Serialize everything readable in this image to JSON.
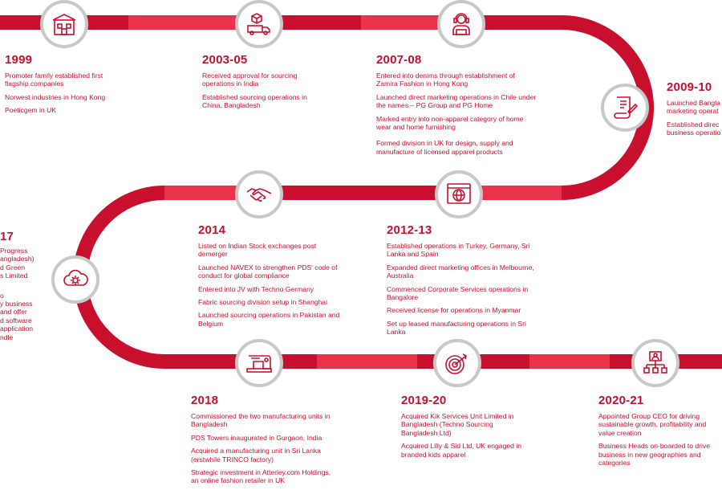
{
  "colors": {
    "track": "#c8102e",
    "track_light": "#e8334a",
    "node_border": "#c8c8c8",
    "text": "#c8102e"
  },
  "milestones": [
    {
      "year": "1999",
      "icon": "factory-icon",
      "items": [
        "Promoter family established first flagship companies",
        "Norwest industries in Hong Kong",
        "Poeticgem in UK"
      ]
    },
    {
      "year": "2003-05",
      "icon": "delivery-truck-icon",
      "items": [
        "Received approval for sourcing operations in India",
        "Established sourcing operations in China, Bangladesh"
      ]
    },
    {
      "year": "2007-08",
      "icon": "customer-support-icon",
      "items": [
        "Entered into denims through establishment of Zamira Fashion in Hong Kong",
        "Launched direct marketing operations in Chile under the names – PG Group and PG Home",
        "Marked entry into non-apparel category of home wear and home furnishing",
        "Formed division in UK for design, supply and manufacture of licensed apparel products"
      ]
    },
    {
      "year": "2009-10",
      "icon": "document-icon",
      "items": [
        "Launched Bangla",
        "marketing operat",
        "Established direc",
        "business operatio"
      ]
    },
    {
      "year": "2012-13",
      "icon": "globe-icon",
      "items": [
        "Established operations in Turkey, Germany, Sri Lanka and Spain",
        "Expanded direct marketing offices in Melbourne, Australia",
        "Commenced Corporate Services operations in Bangalore",
        "Received license for operations in Myanmar",
        "Set up leased manufacturing operations in Sri Lanka"
      ]
    },
    {
      "year": "2014",
      "icon": "handshake-icon",
      "items": [
        "Listed on Indian Stock exchanges post demerger",
        "Launched NAVEX to strengthen PDS' code of conduct for global compliance",
        "Entered into JV with Techno Germany",
        "Fabric sourcing division setup in Shanghai",
        "Launched sourcing operations in Pakistan and Belgium"
      ]
    },
    {
      "year": "17",
      "icon": "cloud-settings-icon",
      "items": [
        "Progress",
        "angladesh)",
        "d Green",
        "s Limited",
        "o",
        "y business",
        "and offer",
        "d software",
        "application",
        "ndle"
      ]
    },
    {
      "year": "2018",
      "icon": "sewing-machine-icon",
      "items": [
        "Commissioned the two manufacturing units in Bangladesh",
        "PDS Towers inaugurated in Gurgaon, India",
        "Acquired a manufacturing unit in Sri Lanka (erstwhile TRINCO factory)",
        "Strategic investment in Atterley.com Holdings, an online fashion retailer in UK"
      ]
    },
    {
      "year": "2019-20",
      "icon": "target-icon",
      "items": [
        "Acquired Kik Services Unit Limited in Bangladesh (Techno Sourcing Bangladesh Ltd)",
        "Acquired Lilly & Sid Ltd, UK engaged in branded kids apparel"
      ]
    },
    {
      "year": "2020-21",
      "icon": "org-chart-icon",
      "items": [
        "Appointed Group CEO for driving sustainable growth, profitability and value creation",
        "Business Heads on-boarded to drive business in new geographies and categories"
      ]
    }
  ]
}
